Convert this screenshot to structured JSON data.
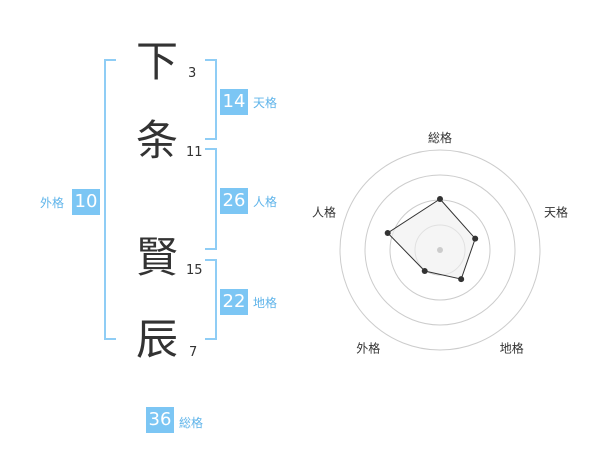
{
  "name_chars": [
    {
      "char": "下",
      "strokes": "3"
    },
    {
      "char": "条",
      "strokes": "11"
    },
    {
      "char": "賢",
      "strokes": "15"
    },
    {
      "char": "辰",
      "strokes": "7"
    }
  ],
  "kakusu": {
    "tenkaku": {
      "value": "14",
      "label": "天格"
    },
    "jinkaku": {
      "value": "26",
      "label": "人格"
    },
    "chikaku": {
      "value": "22",
      "label": "地格"
    },
    "gaikaku": {
      "value": "10",
      "label": "外格"
    },
    "soukaku": {
      "value": "36",
      "label": "総格"
    }
  },
  "chart_data": {
    "type": "radar",
    "axes": [
      "総格",
      "天格",
      "地格",
      "外格",
      "人格"
    ],
    "rings": 4,
    "values": [
      0.51,
      0.37,
      0.36,
      0.26,
      0.55
    ],
    "colors": {
      "line": "#333333",
      "fill": "#eeeeee",
      "ring": "#cccccc",
      "center": "#cccccc"
    }
  },
  "colors": {
    "accent": "#7cc6f4",
    "bracket": "#8fcdf5",
    "label": "#5fb4ea",
    "text": "#333333"
  }
}
